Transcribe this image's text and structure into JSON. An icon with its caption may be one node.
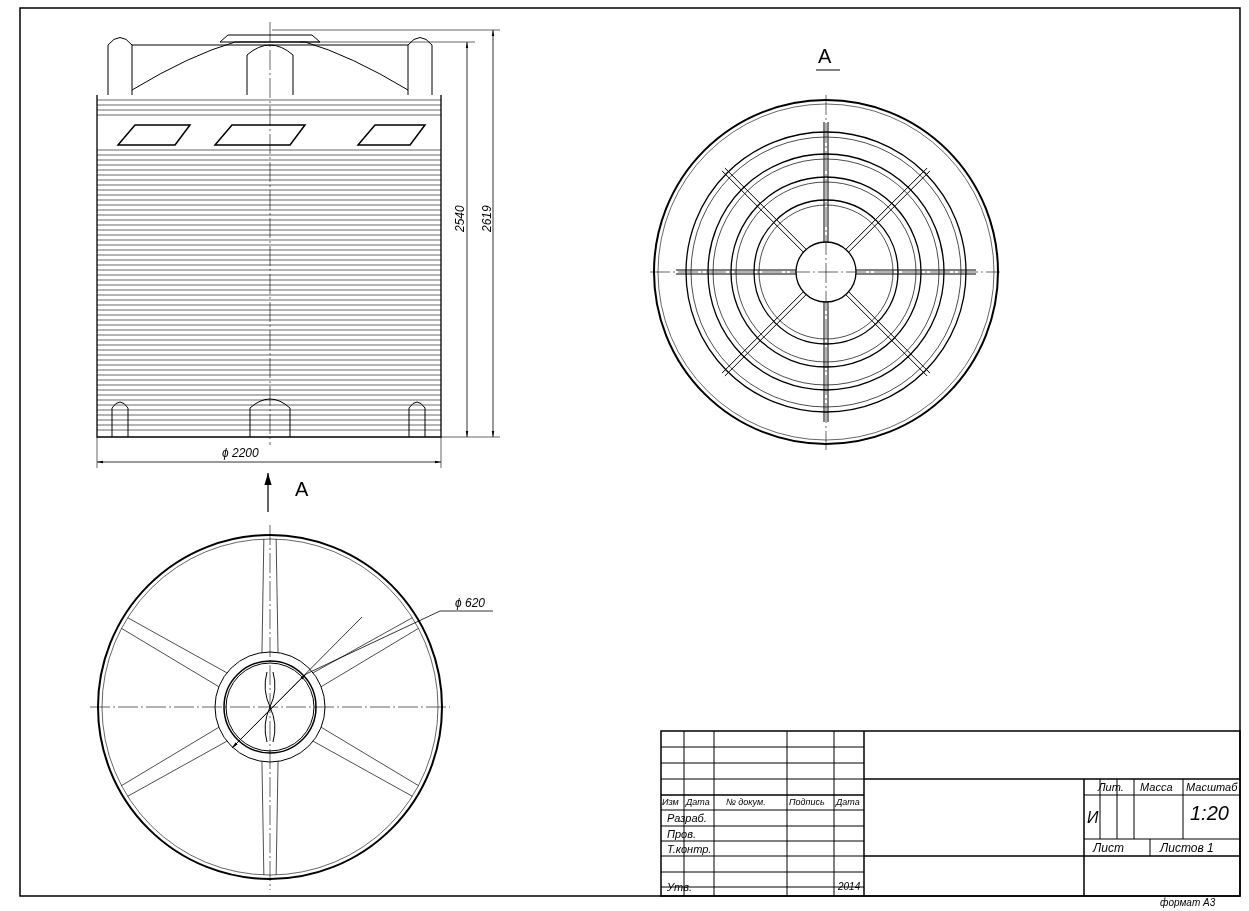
{
  "diagram": {
    "labels": [
      "2540",
      "2619",
      "А",
      "ϕ 2200",
      "А",
      "ϕ 620",
      "Изм",
      "Дата",
      "№ докум.",
      "Подпись",
      "Дата",
      "Разраб.",
      "Пров.",
      "Т.контр.",
      "Утв.",
      "2014",
      "Лит.",
      "Масса",
      "Масштаб",
      "И",
      "1:20",
      "Лист",
      "Листов 1",
      "формат А3"
    ]
  }
}
